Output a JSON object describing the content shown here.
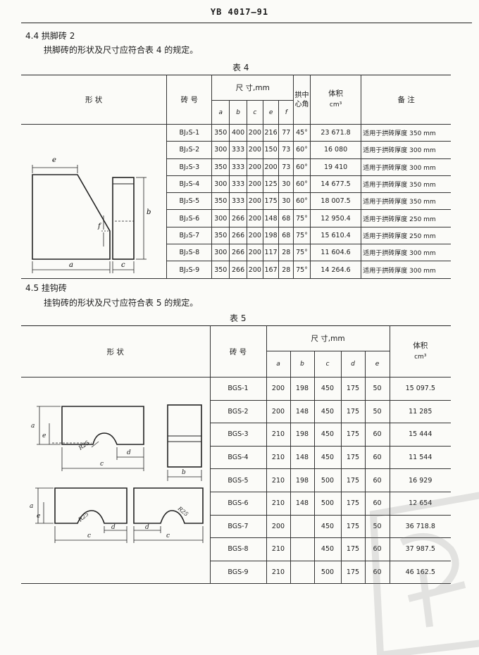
{
  "header": {
    "standard": "YB 4017—91"
  },
  "section_4_4": {
    "heading": "4.4  拱脚砖 2",
    "text": "拱脚砖的形状及尺寸应符合表 4 的规定。",
    "caption": "表 4",
    "columns": {
      "shape": "形      状",
      "code": "砖 号",
      "size": "尺      寸,mm",
      "a": "a",
      "b": "b",
      "c": "c",
      "e": "e",
      "f": "f",
      "angle_1": "拱中",
      "angle_2": "心角",
      "volume_1": "体积",
      "volume_2": "cm³",
      "remark": "备      注"
    },
    "figure_labels": {
      "e": "e",
      "f": "f",
      "a": "a",
      "b": "b",
      "c": "c"
    },
    "rows": [
      [
        "BJ₂S-1",
        "350",
        "400",
        "200",
        "216",
        "77",
        "45°",
        "23 671.8",
        "适用于拱砖厚度 350 mm"
      ],
      [
        "BJ₂S-2",
        "300",
        "333",
        "200",
        "150",
        "73",
        "60°",
        "16 080",
        "适用于拱砖厚度 300 mm"
      ],
      [
        "BJ₂S-3",
        "350",
        "333",
        "200",
        "200",
        "73",
        "60°",
        "19 410",
        "适用于拱砖厚度 300 mm"
      ],
      [
        "BJ₂S-4",
        "300",
        "333",
        "200",
        "125",
        "30",
        "60°",
        "14 677.5",
        "适用于拱砖厚度 350 mm"
      ],
      [
        "BJ₂S-5",
        "350",
        "333",
        "200",
        "175",
        "30",
        "60°",
        "18 007.5",
        "适用于拱砖厚度 350 mm"
      ],
      [
        "BJ₂S-6",
        "300",
        "266",
        "200",
        "148",
        "68",
        "75°",
        "12 950.4",
        "适用于拱砖厚度 250 mm"
      ],
      [
        "BJ₂S-7",
        "350",
        "266",
        "200",
        "198",
        "68",
        "75°",
        "15 610.4",
        "适用于拱砖厚度 250 mm"
      ],
      [
        "BJ₂S-8",
        "300",
        "266",
        "200",
        "117",
        "28",
        "75°",
        "11 604.6",
        "适用于拱砖厚度 300 mm"
      ],
      [
        "BJ₂S-9",
        "350",
        "266",
        "200",
        "167",
        "28",
        "75°",
        "14 264.6",
        "适用于拱砖厚度 300 mm"
      ]
    ]
  },
  "section_4_5": {
    "heading": "4.5  挂钩砖",
    "text": "挂钩砖的形状及尺寸应符合表 5 的规定。",
    "caption": "表 5",
    "columns": {
      "shape": "形      状",
      "code": "砖 号",
      "size": "尺      寸,mm",
      "a": "a",
      "b": "b",
      "c": "c",
      "d": "d",
      "e": "e",
      "volume_1": "体积",
      "volume_2": "cm³"
    },
    "figure_labels": {
      "a": "a",
      "e": "e",
      "c": "c",
      "d": "d",
      "b": "b",
      "r": "R25"
    },
    "rows": [
      [
        "BGS-1",
        "200",
        "198",
        "450",
        "175",
        "50",
        "15 097.5"
      ],
      [
        "BGS-2",
        "200",
        "148",
        "450",
        "175",
        "50",
        "11 285"
      ],
      [
        "BGS-3",
        "210",
        "198",
        "450",
        "175",
        "60",
        "15 444"
      ],
      [
        "BGS-4",
        "210",
        "148",
        "450",
        "175",
        "60",
        "11 544"
      ],
      [
        "BGS-5",
        "210",
        "198",
        "500",
        "175",
        "60",
        "16 929"
      ],
      [
        "BGS-6",
        "210",
        "148",
        "500",
        "175",
        "60",
        "12 654"
      ],
      [
        "BGS-7",
        "200",
        "",
        "450",
        "175",
        "50",
        "36 718.8"
      ],
      [
        "BGS-8",
        "210",
        "",
        "450",
        "175",
        "60",
        "37 987.5"
      ],
      [
        "BGS-9",
        "210",
        "",
        "500",
        "175",
        "60",
        "46 162.5"
      ]
    ]
  }
}
